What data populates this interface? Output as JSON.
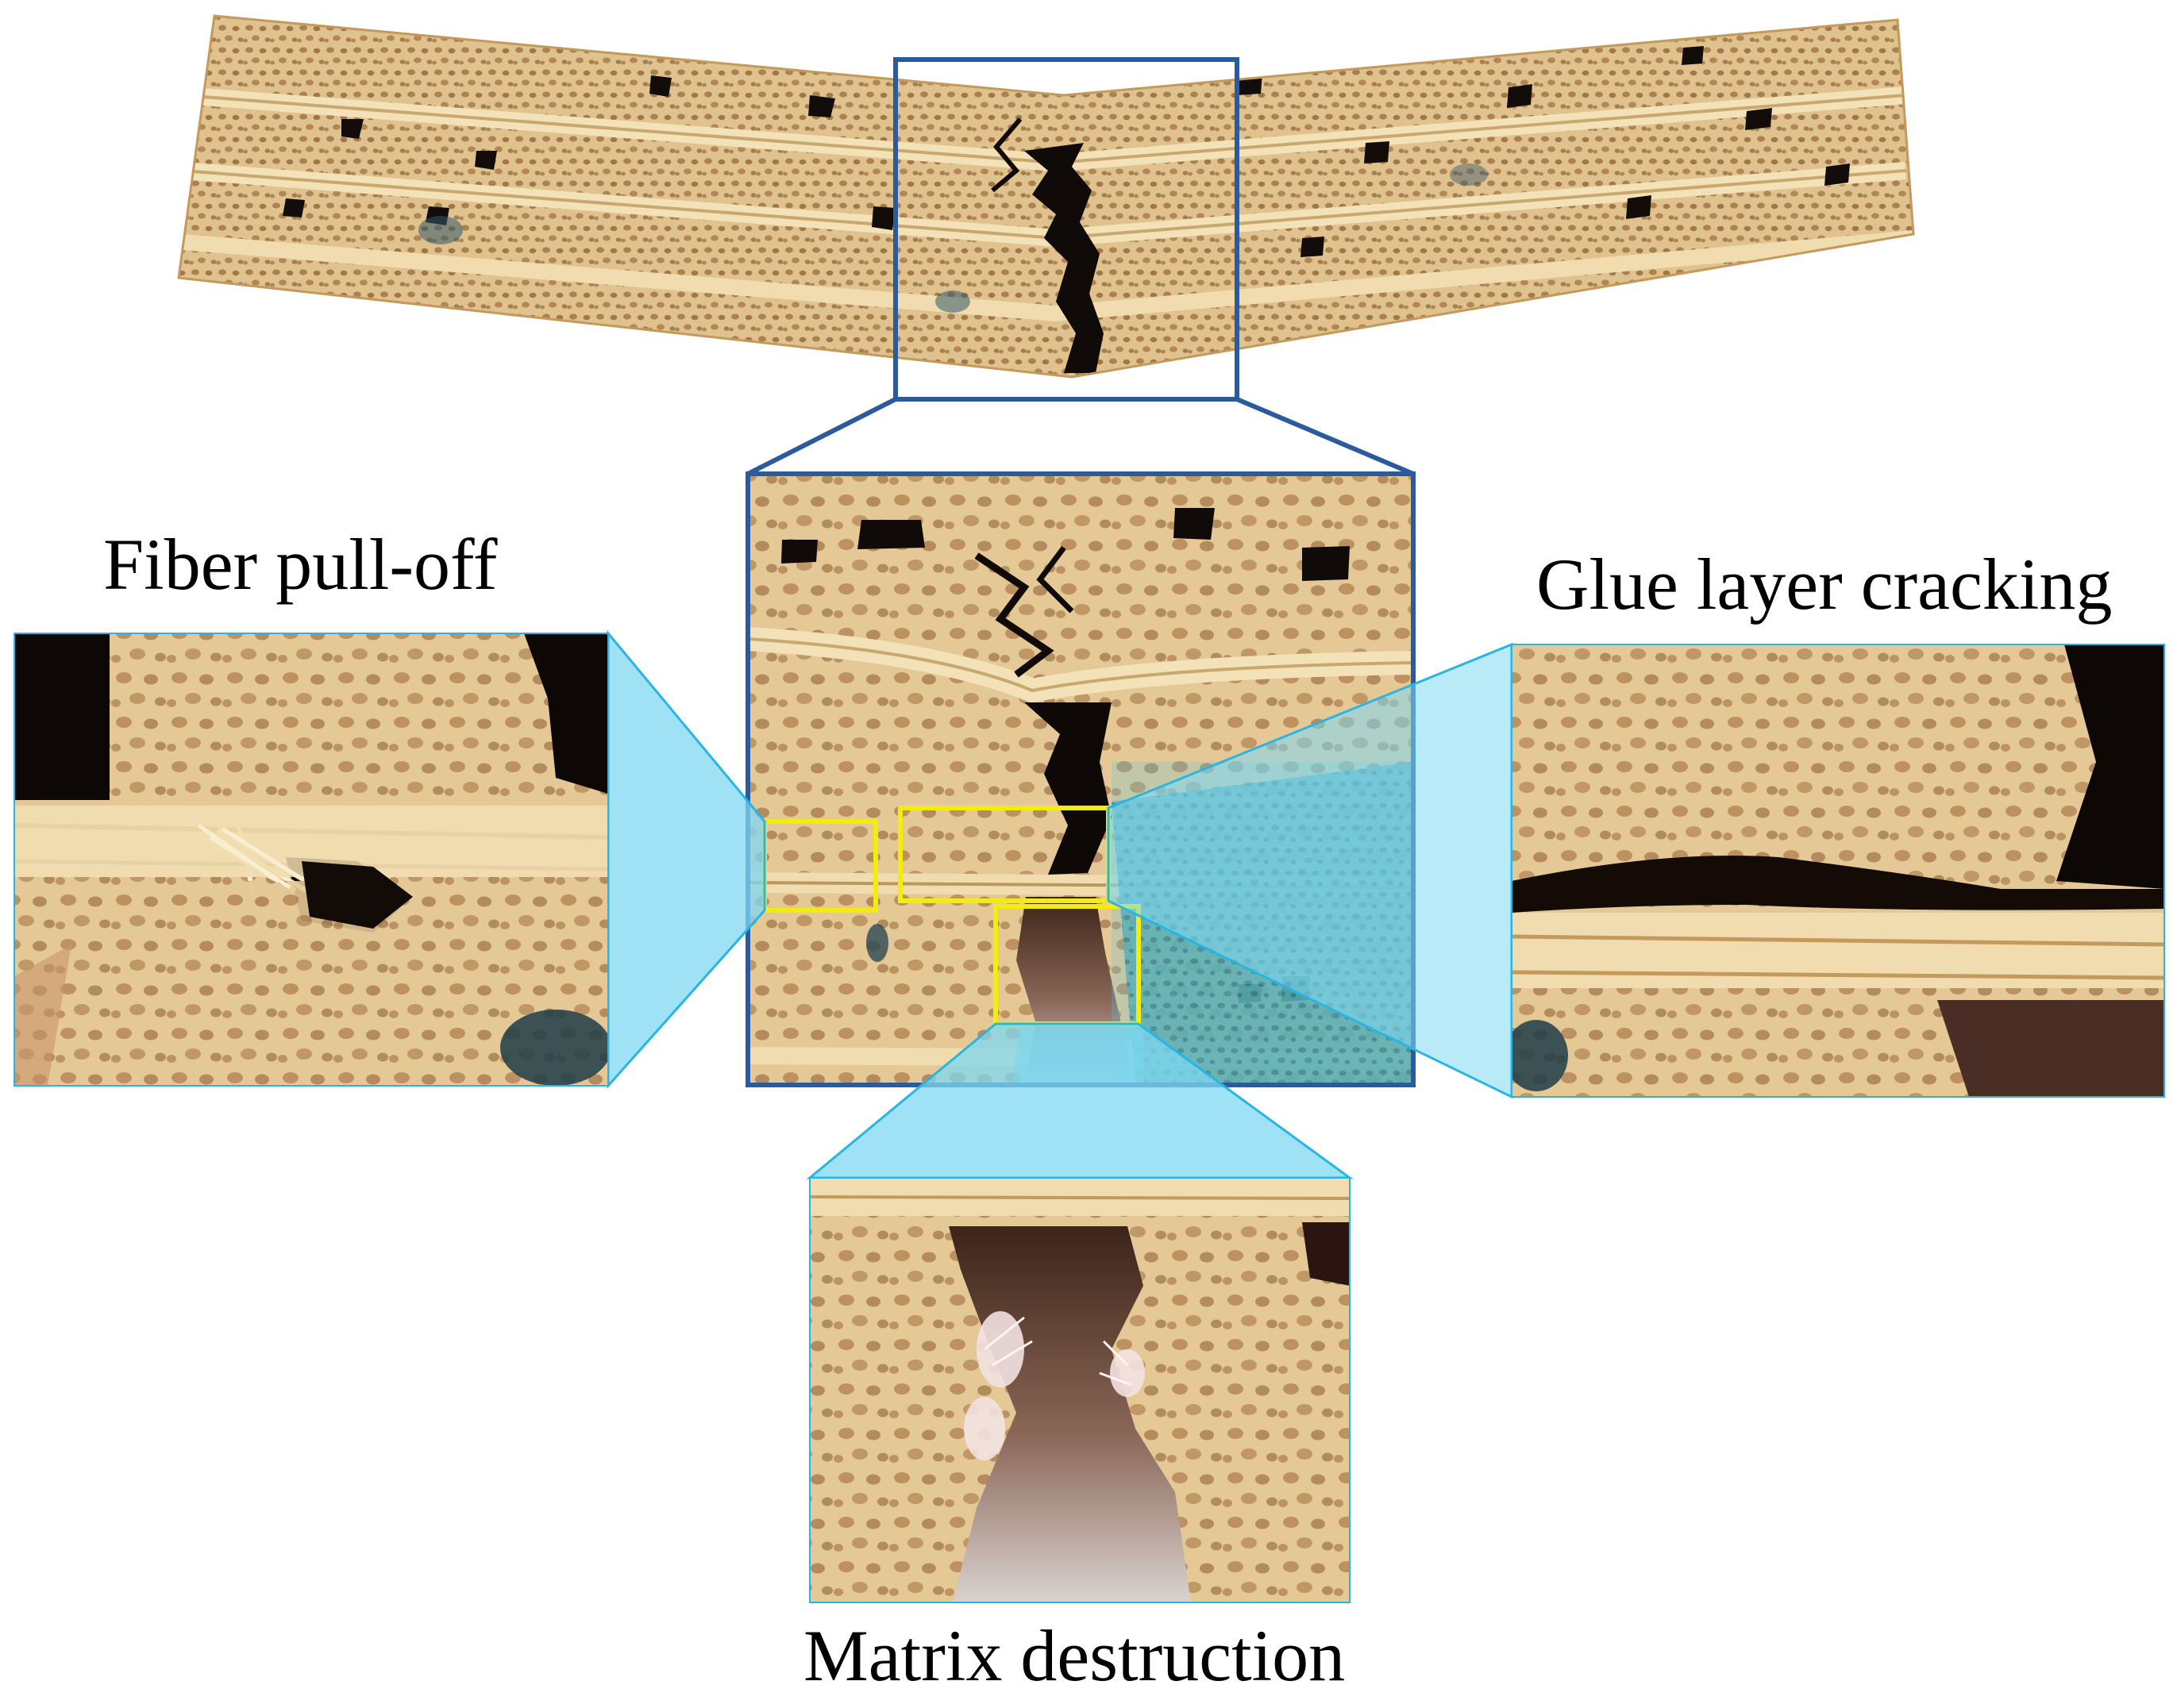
{
  "labels": {
    "fiber_pull_off": "Fiber pull-off",
    "glue_layer_cracking": "Glue layer cracking",
    "matrix_destruction": "Matrix destruction"
  },
  "colors": {
    "zoom_frame": "#2b5b9c",
    "highlight_box": "#f2ec10",
    "connector_fill": "#7fd8f2",
    "connector_stroke": "#29b5e3",
    "bamboo_light": "#e2c493",
    "bamboo_mid": "#c9a46a",
    "bamboo_pore": "#8a5a2e",
    "crack_dark": "#140f0c",
    "glue_layer": "#f0dcae"
  },
  "images": {
    "overview": "fractured-bamboo-beam-photo",
    "zoom": "crack-zone-closeup-photo",
    "left_detail": "fiber-pull-off-closeup-photo",
    "right_detail": "glue-layer-cracking-closeup-photo",
    "bottom_detail": "matrix-destruction-closeup-photo"
  }
}
